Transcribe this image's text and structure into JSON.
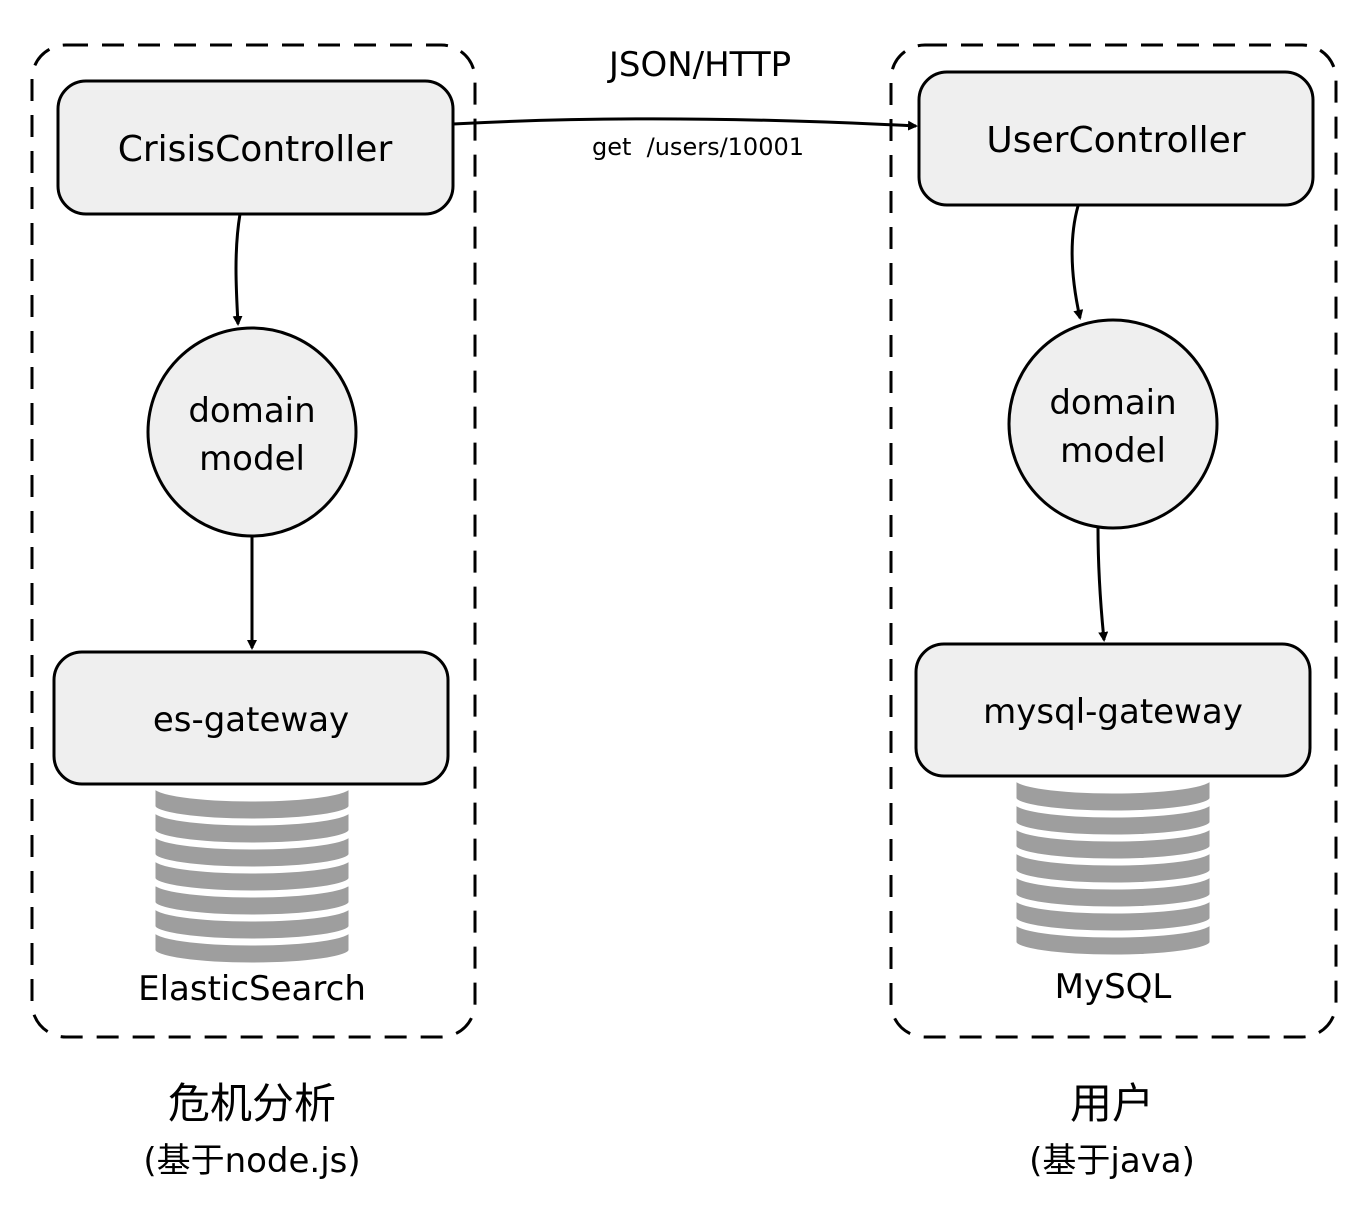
{
  "services": {
    "left": {
      "name": "危机分析",
      "tech": "(基于node.js)",
      "controller": "CrisisController",
      "model_line1": "domain",
      "model_line2": "model",
      "gateway": "es-gateway",
      "database": "ElasticSearch"
    },
    "right": {
      "name": "用户",
      "tech": "(基于java)",
      "controller": "UserController",
      "model_line1": "domain",
      "model_line2": "model",
      "gateway": "mysql-gateway",
      "database": "MySQL"
    }
  },
  "connection": {
    "protocol": "JSON/HTTP",
    "request": "get  /users/10001"
  },
  "colors": {
    "node_fill": "#efefef",
    "db_fill": "#9e9e9e",
    "stroke": "#000000"
  }
}
